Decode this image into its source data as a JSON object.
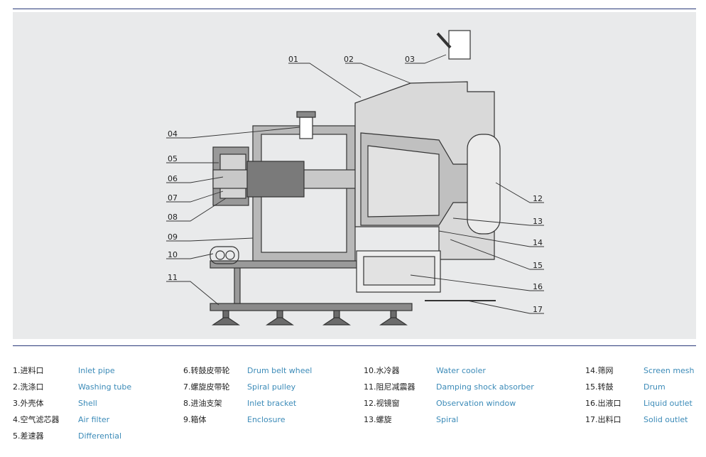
{
  "callouts": [
    "01",
    "02",
    "03",
    "04",
    "05",
    "06",
    "07",
    "08",
    "09",
    "10",
    "11",
    "12",
    "13",
    "14",
    "15",
    "16",
    "17"
  ],
  "legend": {
    "col1": [
      {
        "cn": "1.进料口",
        "en": "Inlet pipe"
      },
      {
        "cn": "2.洗涤口",
        "en": "Washing tube"
      },
      {
        "cn": "3.外壳体",
        "en": "Shell"
      },
      {
        "cn": "4.空气滤芯器",
        "en": "Air filter"
      },
      {
        "cn": "5.差速器",
        "en": "Differential"
      }
    ],
    "col2": [
      {
        "cn": "6.转鼓皮带轮",
        "en": "Drum belt wheel"
      },
      {
        "cn": "7.螺旋皮带轮",
        "en": "Spiral pulley"
      },
      {
        "cn": "8.进油支架",
        "en": "Inlet bracket"
      },
      {
        "cn": "9.箱体",
        "en": "Enclosure"
      }
    ],
    "col3": [
      {
        "cn": "10.水冷器",
        "en": "Water cooler"
      },
      {
        "cn": "11.阻尼减震器",
        "en": "Damping shock absorber"
      },
      {
        "cn": "12.视镜窗",
        "en": "Observation window"
      },
      {
        "cn": "13.螺旋",
        "en": "Spiral"
      }
    ],
    "col4": [
      {
        "cn": "14.筛网",
        "en": "Screen mesh"
      },
      {
        "cn": "15.转鼓",
        "en": "Drum"
      },
      {
        "cn": "16.出液口",
        "en": "Liquid outlet"
      },
      {
        "cn": "17.出料口",
        "en": "Solid outlet"
      }
    ]
  }
}
